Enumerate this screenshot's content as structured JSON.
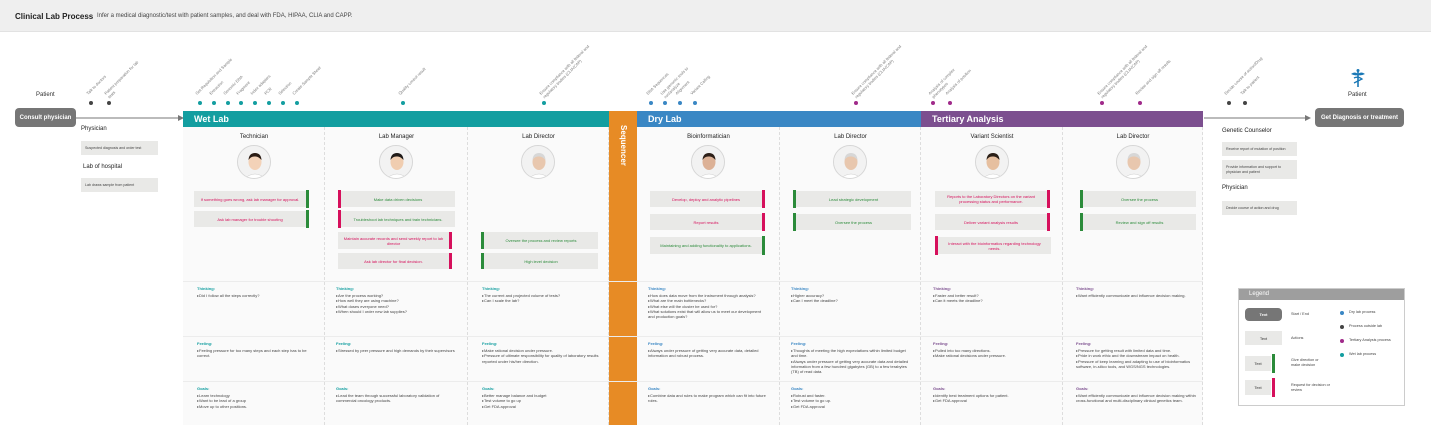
{
  "header": {
    "title": "Clinical Lab Process",
    "subtitle": "Infer a medical diagnostic/test with patient samples, and deal with FDA, HIPAA, CLIA and CAPP."
  },
  "colors": {
    "wet": "#139ea0",
    "sequencer": "#e78b25",
    "dry": "#3a87c4",
    "tertiary": "#7c4f8f",
    "gray_pill": "#767676",
    "request_bar": "#d6105c",
    "give_bar": "#2b8b3a",
    "box": "#e9e9e7"
  },
  "left": {
    "patient_label": "Patient",
    "start_button": "Consult physician",
    "physician_label": "Physician",
    "physician_box": "Suspected diagnosis and order test",
    "lab_label": "Lab of hospital",
    "lab_box": "Lab draws sample from patient"
  },
  "right": {
    "patient_label": "Patient",
    "end_button": "Get Diagnosis or treatment",
    "counselor_label": "Genetic Counselor",
    "counselor_boxes": [
      "Receive report of mutation of position",
      "Provide information and support to physician and patient"
    ],
    "physician_label": "Physician",
    "physician_box": "Decide course of action and drug"
  },
  "sections": {
    "wet_lab": "Wet Lab",
    "sequencer": "Sequencer",
    "dry_lab": "Dry Lab",
    "tertiary": "Tertiary Analysis"
  },
  "roles": {
    "technician": "Technician",
    "lab_manager": "Lab Manager",
    "lab_director_1": "Lab Director",
    "bioinformatician": "Bioinformatician",
    "lab_director_2": "Lab Director",
    "variant_scientist": "Variant Scientist",
    "lab_director_3": "Lab Director"
  },
  "icons": {
    "caduceus": "caduceus-icon",
    "avatar": "person-avatar-icon"
  },
  "timeline": {
    "left": [
      {
        "label": "Talk to doctors",
        "color": "#444444"
      },
      {
        "label": "Patient preparation for lab tests",
        "color": "#444444"
      }
    ],
    "wet": [
      {
        "label": "Get Requisition and Sample",
        "color": "#139ea0"
      },
      {
        "label": "Extraction",
        "color": "#139ea0"
      },
      {
        "label": "Genomic DNA",
        "color": "#139ea0"
      },
      {
        "label": "Fragment",
        "color": "#139ea0"
      },
      {
        "label": "Index adapters",
        "color": "#139ea0"
      },
      {
        "label": "PCR",
        "color": "#139ea0"
      },
      {
        "label": "Selection",
        "color": "#139ea0"
      },
      {
        "label": "Create Sample Sheet",
        "color": "#139ea0"
      },
      {
        "label": "Quality control result",
        "color": "#139ea0"
      },
      {
        "label": "Ensure compliance with all federal and regulatory bodies (CLIA/CAP)",
        "color": "#139ea0"
      }
    ],
    "dry": [
      {
        "label": "DNA Sequences",
        "color": "#3a87c4"
      },
      {
        "label": "Use genomic tools to run/analyze",
        "color": "#3a87c4"
      },
      {
        "label": "Alignment",
        "color": "#3a87c4"
      },
      {
        "label": "Variant Calling",
        "color": "#3a87c4"
      },
      {
        "label": "Ensure compliance with all federal and regulatory bodies (CLIA/CAP)",
        "color": "#a02a8a"
      }
    ],
    "tertiary": [
      {
        "label": "Analysis of complex phenotypes",
        "color": "#a02a8a"
      },
      {
        "label": "Analysis of position",
        "color": "#a02a8a"
      },
      {
        "label": "Ensure compliance with all federal and regulatory bodies (CLIA/CAP)",
        "color": "#a02a8a"
      },
      {
        "label": "Review and sign off results",
        "color": "#a02a8a"
      }
    ],
    "right": [
      {
        "label": "Decide course of action/Drug",
        "color": "#444444"
      },
      {
        "label": "Talk to patient",
        "color": "#444444"
      }
    ]
  },
  "actions": {
    "wet": [
      {
        "text": "If something goes wrong, ask lab manager for approval.",
        "kind": "red"
      },
      {
        "text": "Ask lab manager for trouble shooting",
        "kind": "red"
      },
      {
        "text": "Make data driven decisions",
        "kind": "grn"
      },
      {
        "text": "Troubleshoot lab techniques and train technicians.",
        "kind": "grn"
      },
      {
        "text": "Maintain accurate records and send weekly report to lab director",
        "kind": "red"
      },
      {
        "text": "Ask lab director for final decision.",
        "kind": "red"
      },
      {
        "text": "Oversee the process and review reports",
        "kind": "grn"
      },
      {
        "text": "High level decision",
        "kind": "grn"
      }
    ],
    "dry": [
      {
        "text": "Develop, deploy and analytic pipelines",
        "kind": "red"
      },
      {
        "text": "Report results",
        "kind": "red"
      },
      {
        "text": "Maintaining and adding functionality to applications.",
        "kind": "grn"
      },
      {
        "text": "Lead strategic development",
        "kind": "grn"
      },
      {
        "text": "Oversee the process",
        "kind": "grn"
      }
    ],
    "tertiary": [
      {
        "text": "Reports to the Laboratory Directors on the variant processing status and performance.",
        "kind": "red"
      },
      {
        "text": "Deliver variant analysis results",
        "kind": "red"
      },
      {
        "text": "Interact with the bioinformatics regarding technology needs.",
        "kind": "red"
      },
      {
        "text": "Oversee the process",
        "kind": "grn"
      },
      {
        "text": "Review and sign off results",
        "kind": "grn"
      }
    ]
  },
  "persona": {
    "thinking_label": "Thinking:",
    "feeling_label": "Feeling:",
    "goals_label": "Goals:",
    "columns": [
      {
        "thinking": [
          "Did I follow all the steps correctly?"
        ],
        "feeling": [
          "Feeling pressure for too many steps and each step has to be correct."
        ],
        "goals": [
          "Learn technology",
          "Want to be lead of a group",
          "Move up to other positions."
        ]
      },
      {
        "thinking": [
          "Are the process working?",
          "How well they are using machine?",
          "What doses everyone need?",
          "When should I order new lab supplies?"
        ],
        "feeling": [
          "Stressed by peer pressure and high demands by their supervisors"
        ],
        "goals": [
          "Lead the team through successful laboratory validation of commercial oncology products."
        ]
      },
      {
        "thinking": [
          "The current and projected volume of tests?",
          "Can I scale the lab?"
        ],
        "feeling": [
          "Make rational decision under pressure.",
          "Pressure of ultimate responsibility for quality of laboratory results reported under his/her direction."
        ],
        "goals": [
          "Better manage balance and budget",
          "Test volume to go up",
          "Get FDA approval"
        ]
      },
      {
        "thinking": [
          "How does data move from the instrument through analysis?",
          "What are the main bottlenecks?",
          "What else will the cluster be used for?",
          "What solutions exist that will allow us to meet our development and production goals?"
        ],
        "feeling": [
          "Always under pressure of getting very accurate data, detailed information and robust process."
        ],
        "goals": [
          "Combine data and rules to make program which can fit into future roles."
        ]
      },
      {
        "thinking": [
          "Higher accuracy?",
          "Can I meet the deadline?"
        ],
        "feeling": [
          "Thoughts of meeting the high expectations within limited budget and time.",
          "Always under pressure of getting very accurate data and detailed information from a few hundred gigabytes (GB) to a few terabytes (TB) of read data."
        ],
        "goals": [
          "Robust and faster.",
          "Test volume to go up.",
          "Get FDA approval"
        ]
      },
      {
        "thinking": [
          "Faster and better result?",
          "Can it meets the deadline?"
        ],
        "feeling": [
          "Pulled into too many directions.",
          "Make rational decisions under pressure."
        ],
        "goals": [
          "Identify best treatment options for patient.",
          "Get FDA approval"
        ]
      },
      {
        "thinking": [
          "Want efficiently communicate and influence decision making."
        ],
        "feeling": [
          "Pressure for getting result with limited data and time.",
          "Pride in work ethic and the downstream impact on health.",
          "Pressure of keep learning and adapting to use of bioinformatics software, in-silico tools, and WGS/NGS technologies."
        ],
        "goals": [
          "Want efficiently communicate and influence decision making within cross-functional and multi-disciplinary clinical genetics team."
        ]
      }
    ]
  },
  "legend": {
    "title": "Legend",
    "sample_text": "Text",
    "start_end": "Start / End",
    "actions": "Actions",
    "give": "Give direction or make decision",
    "request": "Request for decision or review",
    "dots": [
      {
        "label": "Dry lab process",
        "color": "#3a87c4"
      },
      {
        "label": "Process outside lab",
        "color": "#444444"
      },
      {
        "label": "Tertiary Analysis process",
        "color": "#a02a8a"
      },
      {
        "label": "Wet lab process",
        "color": "#139ea0"
      }
    ]
  }
}
